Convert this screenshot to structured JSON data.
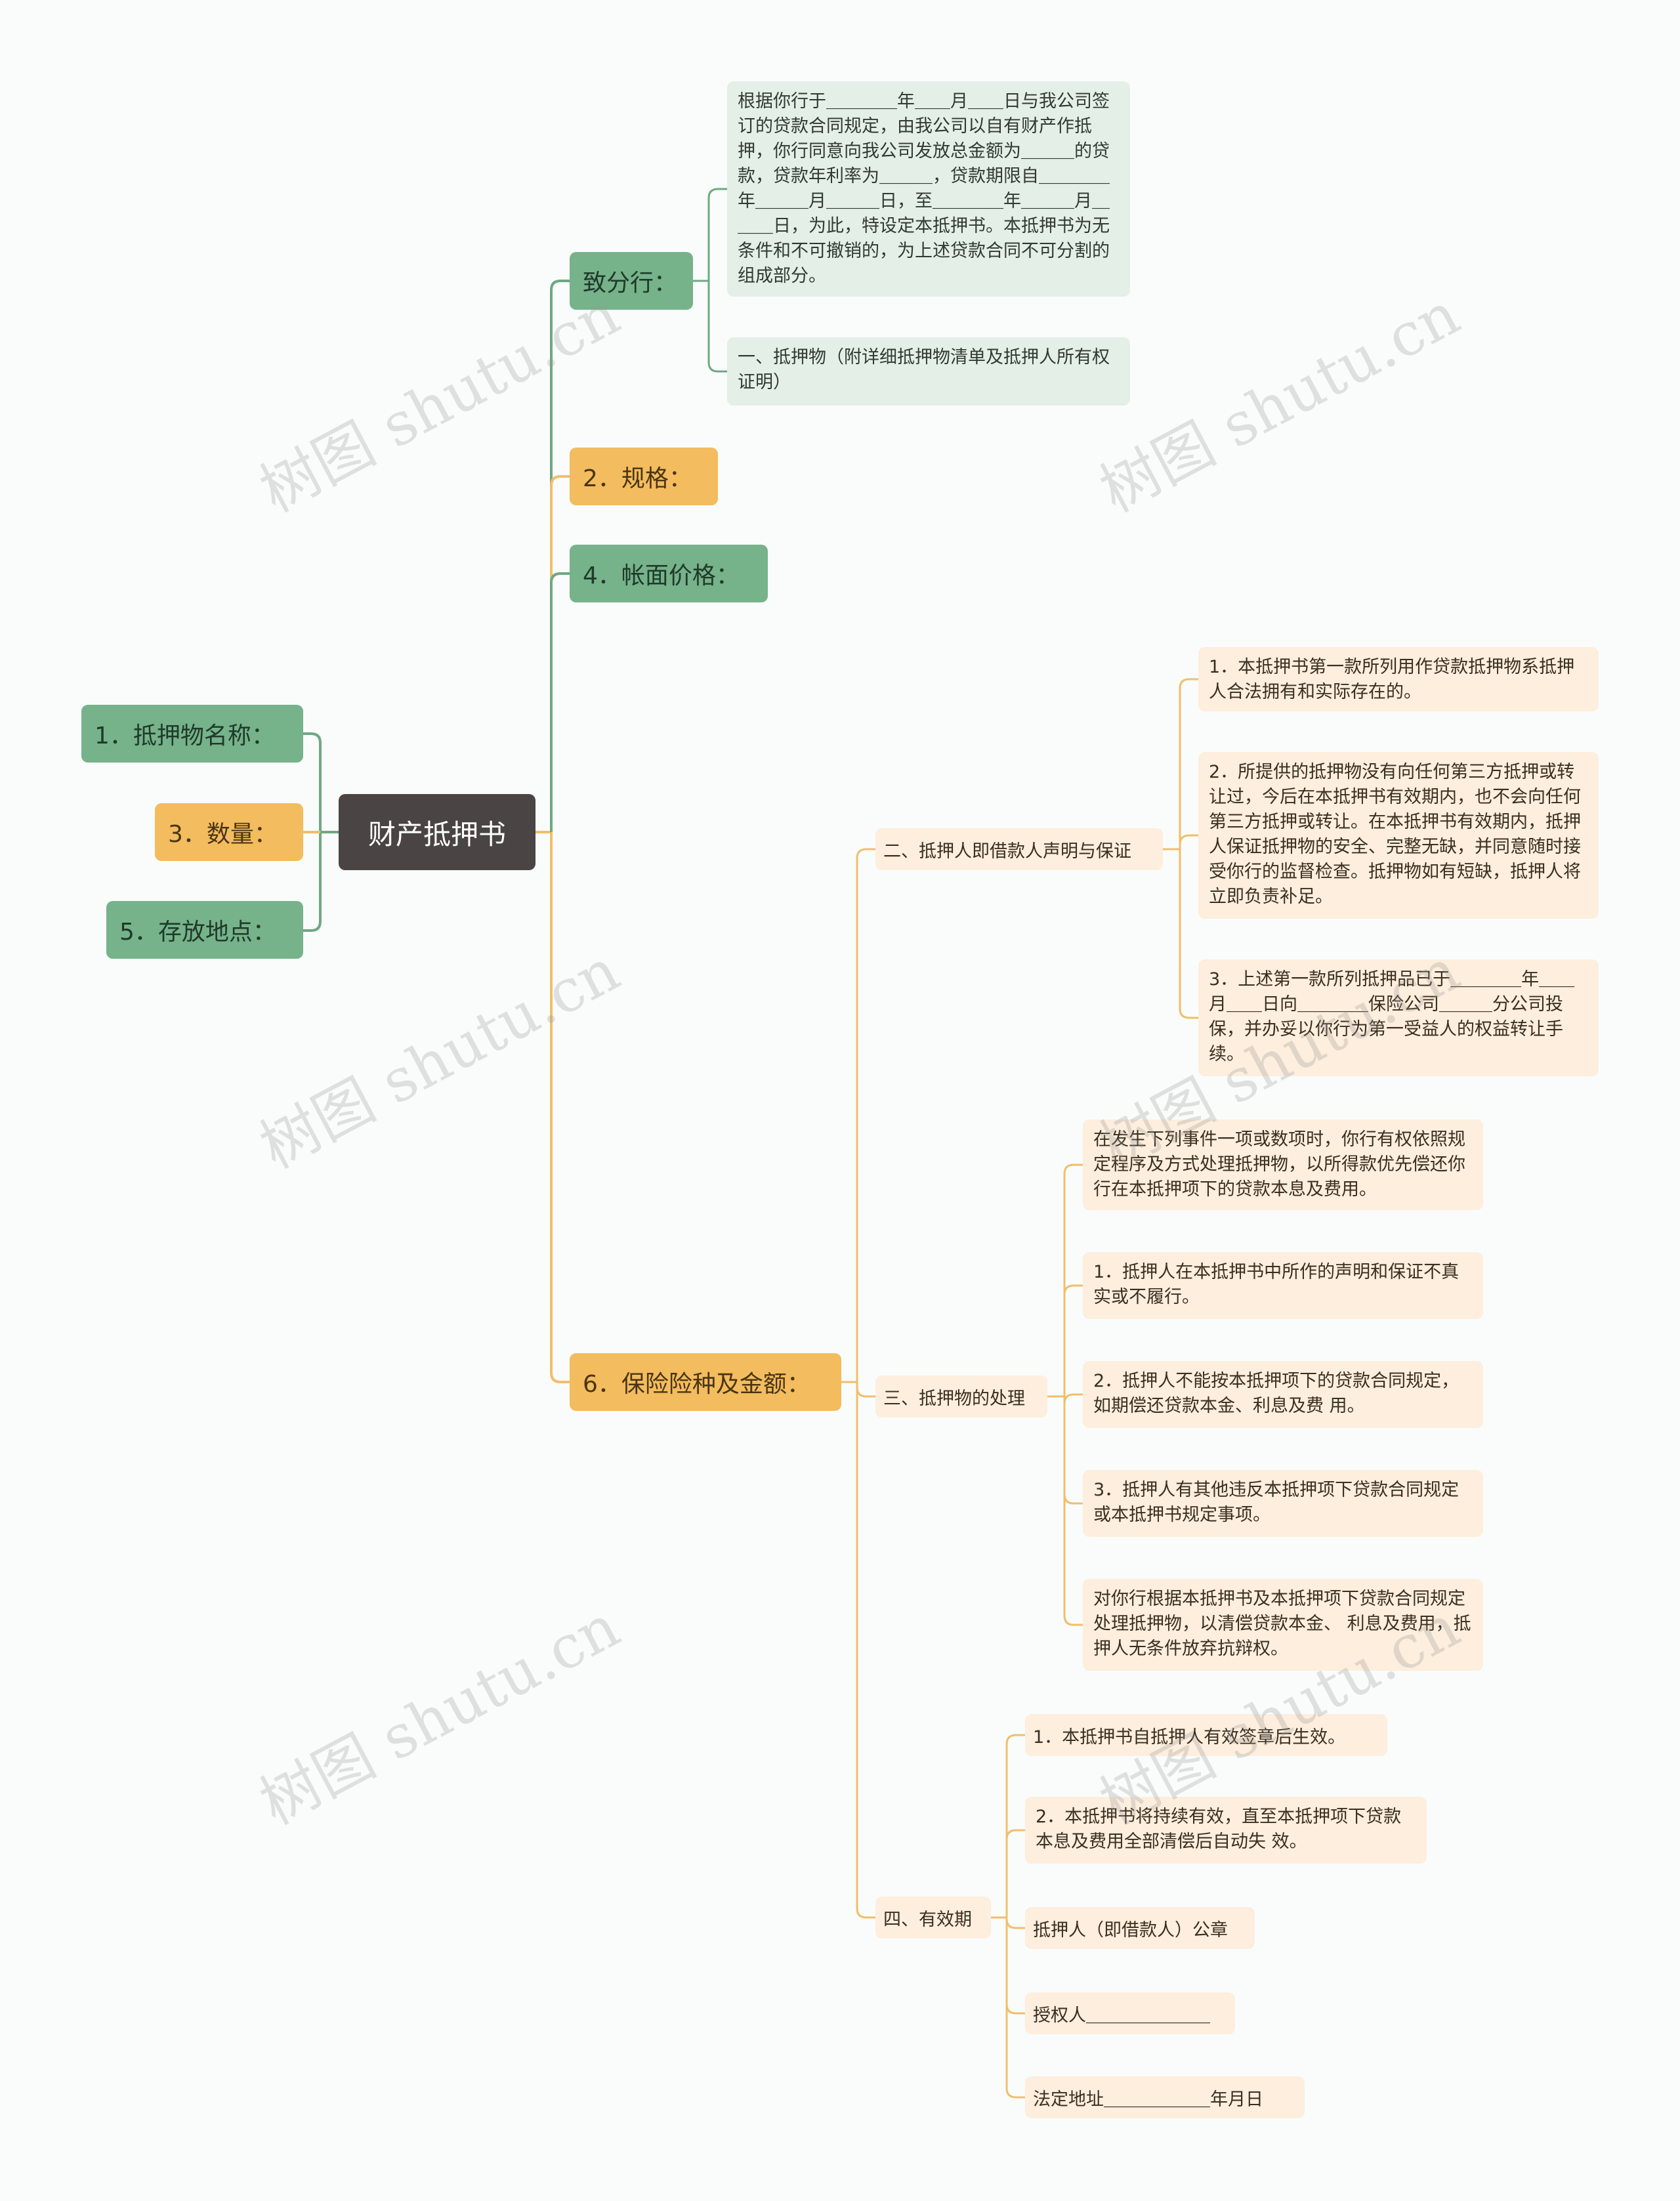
{
  "root": {
    "label": "财产抵押书"
  },
  "left": [
    {
      "label": "1．抵押物名称："
    },
    {
      "label": "3．数量："
    },
    {
      "label": "5．存放地点："
    }
  ],
  "right": {
    "zhi": {
      "label": "致分行：",
      "children": [
        "根据你行于＿＿＿＿年＿＿月＿＿日与我公司签订的贷款合同规定，由我公司以自有财产作抵押，你行同意向我公司发放总金额为＿＿＿的贷款，贷款年利率为＿＿＿，贷款期限自＿＿＿＿年＿＿＿月＿＿＿日，至＿＿＿＿年＿＿＿月＿＿＿日，为此，特设定本抵押书。本抵押书为无条件和不可撤销的，为上述贷款合同不可分割的组成部分。",
        "一、抵押物（附详细抵押物清单及抵押人所有权证明）"
      ]
    },
    "guige": {
      "label": "2．规格："
    },
    "zhangmian": {
      "label": "4．帐面价格："
    },
    "baoxian": {
      "label": "6．保险险种及金额：",
      "sections": [
        {
          "label": "二、抵押人即借款人声明与保证",
          "items": [
            "1．本抵押书第一款所列用作贷款抵押物系抵押人合法拥有和实际存在的。",
            "2．所提供的抵押物没有向任何第三方抵押或转让过，今后在本抵押书有效期内，也不会向任何第三方抵押或转让。在本抵押书有效期内，抵押人保证抵押物的安全、完整无缺，并同意随时接受你行的监督检查。抵押物如有短缺，抵押人将立即负责补足。",
            "3．上述第一款所列抵押品已于＿＿＿＿年＿＿月＿＿日向＿＿＿＿保险公司＿＿＿分公司投保，并办妥以你行为第一受益人的权益转让手续。"
          ]
        },
        {
          "label": "三、抵押物的处理",
          "items": [
            "在发生下列事件一项或数项时，你行有权依照规定程序及方式处理抵押物，以所得款优先偿还你行在本抵押项下的贷款本息及费用。",
            "1．抵押人在本抵押书中所作的声明和保证不真实或不履行。",
            "2．抵押人不能按本抵押项下的贷款合同规定，如期偿还贷款本金、利息及费 用。",
            "3．抵押人有其他违反本抵押项下贷款合同规定或本抵押书规定事项。",
            "对你行根据本抵押书及本抵押项下贷款合同规定处理抵押物，以清偿贷款本金、 利息及费用，抵押人无条件放弃抗辩权。"
          ]
        },
        {
          "label": "四、有效期",
          "items": [
            "1．本抵押书自抵押人有效签章后生效。",
            "2．本抵押书将持续有效，直至本抵押项下贷款本息及费用全部清偿后自动失 效。",
            "抵押人（即借款人）公章",
            "授权人＿＿＿＿＿＿＿",
            "法定地址＿＿＿＿＿＿年月日"
          ]
        }
      ]
    }
  },
  "watermark": "树图 shutu.cn",
  "colors": {
    "green": "#76b28a",
    "orange": "#f3bc5e",
    "root": "#4a4444",
    "greenLine": "#6fa883",
    "orangeLine": "#f0bf6a"
  }
}
